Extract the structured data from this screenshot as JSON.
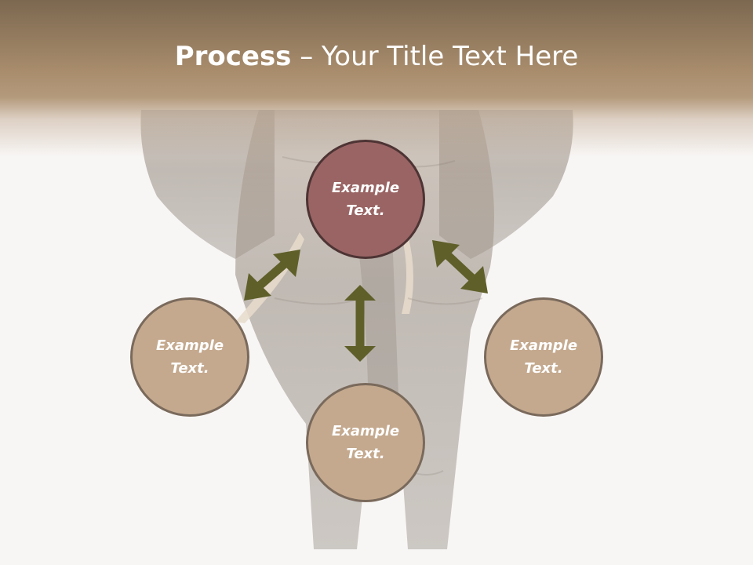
{
  "slide": {
    "title_bold": "Process",
    "title_rest": " – Your Title Text Here"
  },
  "nodes": {
    "top": "Example Text.",
    "left": "Example Text.",
    "right": "Example Text.",
    "bottom": "Example Text."
  },
  "colors": {
    "header": "#a88c6c",
    "center_circle": "#9a6464",
    "outer_circle": "#c4a98e",
    "arrow": "#5f5f2a"
  },
  "background_image": "elephant"
}
